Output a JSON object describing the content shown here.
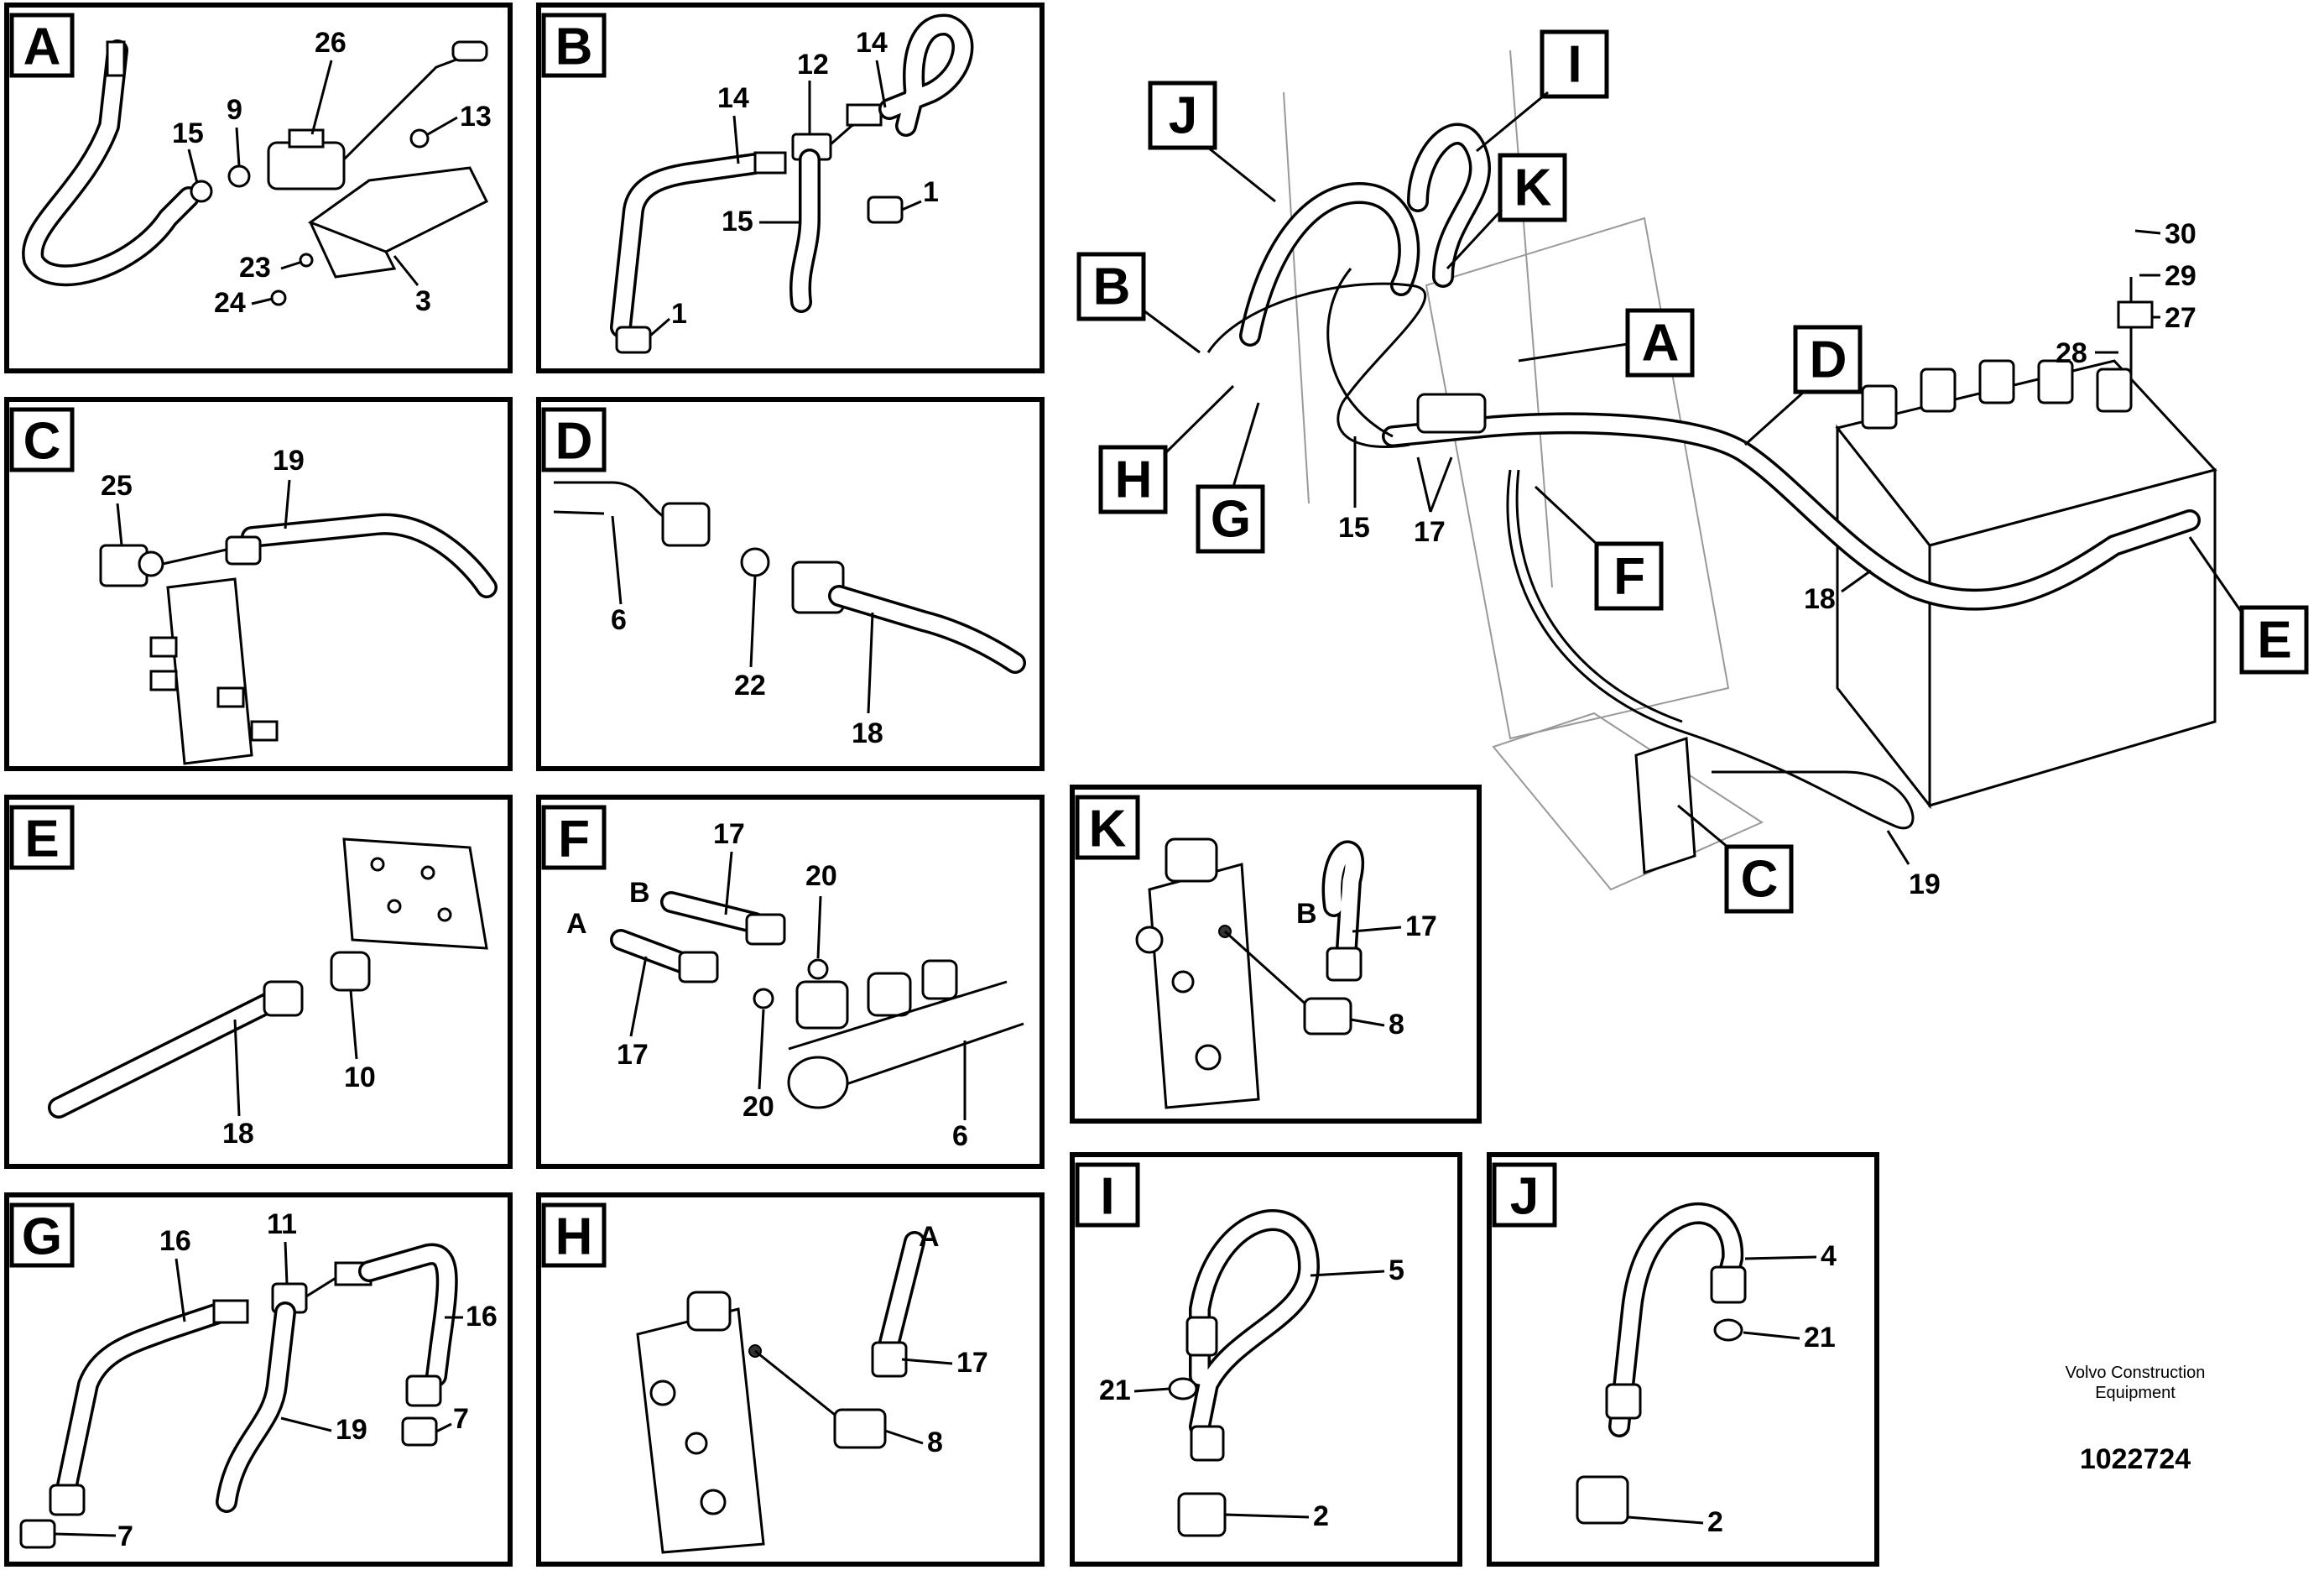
{
  "panels": {
    "A": {
      "tag": "A",
      "nums": [
        "26",
        "9",
        "15",
        "13",
        "23",
        "24",
        "3"
      ]
    },
    "B": {
      "tag": "B",
      "nums": [
        "12",
        "14",
        "14",
        "15",
        "1",
        "1"
      ]
    },
    "C": {
      "tag": "C",
      "nums": [
        "25",
        "19"
      ]
    },
    "D": {
      "tag": "D",
      "nums": [
        "6",
        "22",
        "18"
      ]
    },
    "E": {
      "tag": "E",
      "nums": [
        "10",
        "18"
      ]
    },
    "F": {
      "tag": "F",
      "nums": [
        "17",
        "20",
        "B",
        "A",
        "17",
        "20",
        "6"
      ]
    },
    "G": {
      "tag": "G",
      "nums": [
        "11",
        "16",
        "16",
        "19",
        "7",
        "7"
      ]
    },
    "H": {
      "tag": "H",
      "nums": [
        "A",
        "17",
        "8"
      ]
    },
    "K": {
      "tag": "K",
      "nums": [
        "B",
        "17",
        "8"
      ]
    },
    "I": {
      "tag": "I",
      "nums": [
        "5",
        "21",
        "2"
      ]
    },
    "J": {
      "tag": "J",
      "nums": [
        "4",
        "21",
        "2"
      ]
    }
  },
  "overview": {
    "tags": [
      "J",
      "I",
      "K",
      "B",
      "A",
      "D",
      "H",
      "G",
      "F",
      "E",
      "C"
    ],
    "nums": [
      "30",
      "29",
      "27",
      "28",
      "15",
      "17",
      "18",
      "19"
    ]
  },
  "footer": {
    "brand_line1": "Volvo Construction",
    "brand_line2": "Equipment",
    "code": "1022724"
  }
}
